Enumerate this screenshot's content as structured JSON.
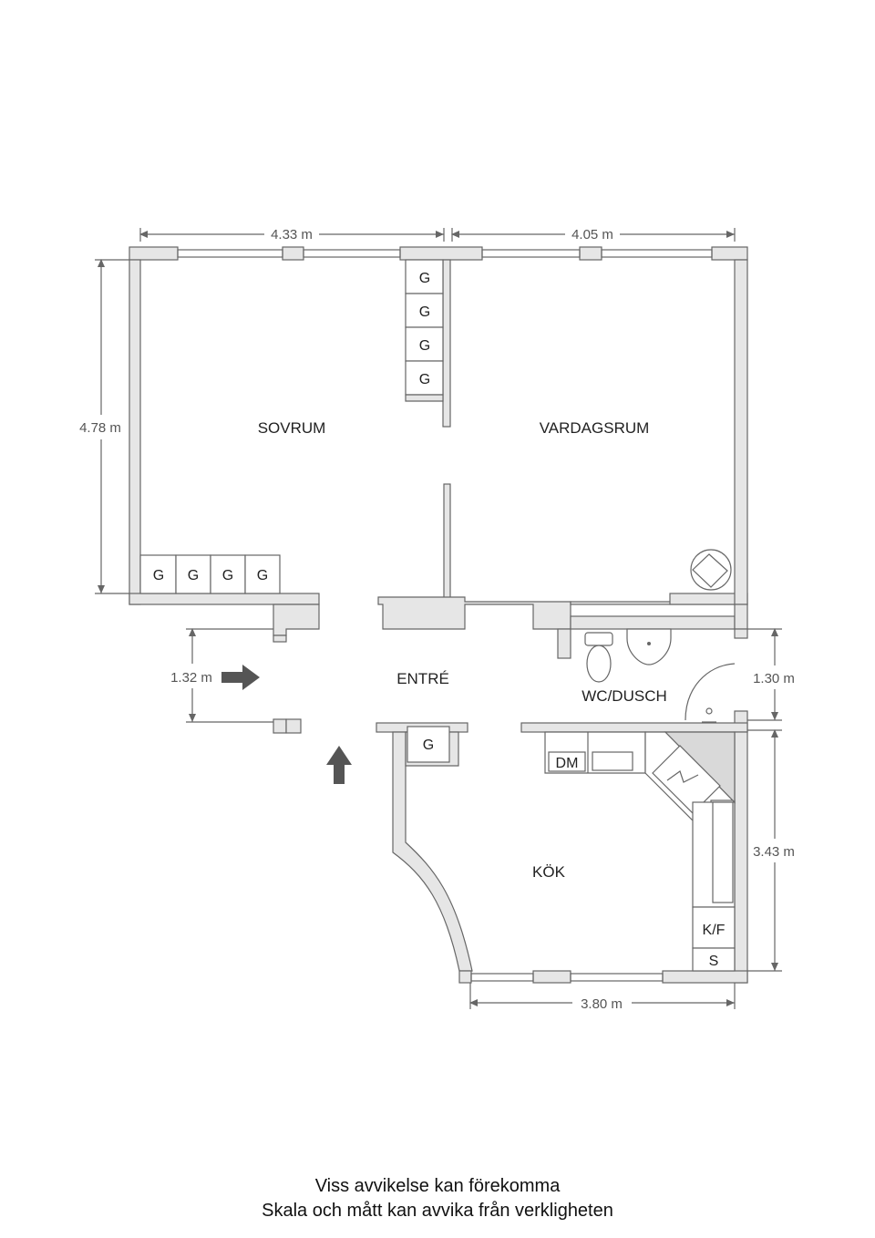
{
  "rooms": {
    "sovrum": "SOVRUM",
    "vardagsrum": "VARDAGSRUM",
    "entre": "ENTRÉ",
    "wc_dusch": "WC/DUSCH",
    "kok": "KÖK"
  },
  "dimensions": {
    "top_left": "4.33 m",
    "top_right": "4.05 m",
    "left": "4.78 m",
    "entrance": "1.32 m",
    "right_upper": "1.30 m",
    "right_lower": "3.43 m",
    "bottom": "3.80 m"
  },
  "fixtures": {
    "wardrobe": "G",
    "dishwasher": "DM",
    "fridge_freezer": "K/F",
    "stove": "S"
  },
  "footer": {
    "line1": "Viss avvikelse kan förekomma",
    "line2": "Skala och mått kan avvika från verkligheten"
  },
  "colors": {
    "wall_fill": "#e6e6e6",
    "wall_stroke": "#666666",
    "arrow": "#555555"
  }
}
